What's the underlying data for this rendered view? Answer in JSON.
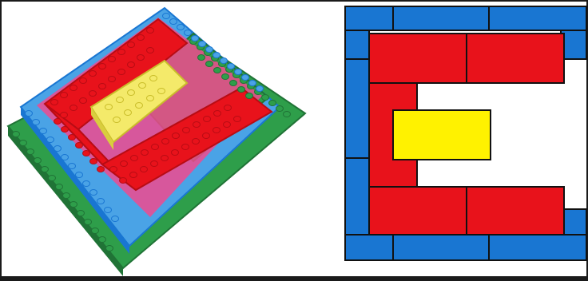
{
  "colors": {
    "frame": "#1a1a1a",
    "background": "#ffffff",
    "blue": "#1976d2",
    "blue_light": "#4aa3e6",
    "red": "#e8121b",
    "red_dark": "#b80c14",
    "yellow": "#fff200",
    "yellow_photo": "#f4ea6a",
    "green": "#2e9e4a",
    "green_dark": "#207336",
    "pink": "#f04a8e",
    "outline": "#111111"
  },
  "photo": {
    "subject": "stacked-brick-tower-photo",
    "layers_bottom_to_top": [
      "green",
      "blue",
      "pink",
      "red",
      "yellow"
    ]
  },
  "diagram": {
    "subject": "e-shaped-brick-layout",
    "layers": [
      "blue-frame",
      "red-e-shape",
      "yellow-center-brick"
    ]
  }
}
